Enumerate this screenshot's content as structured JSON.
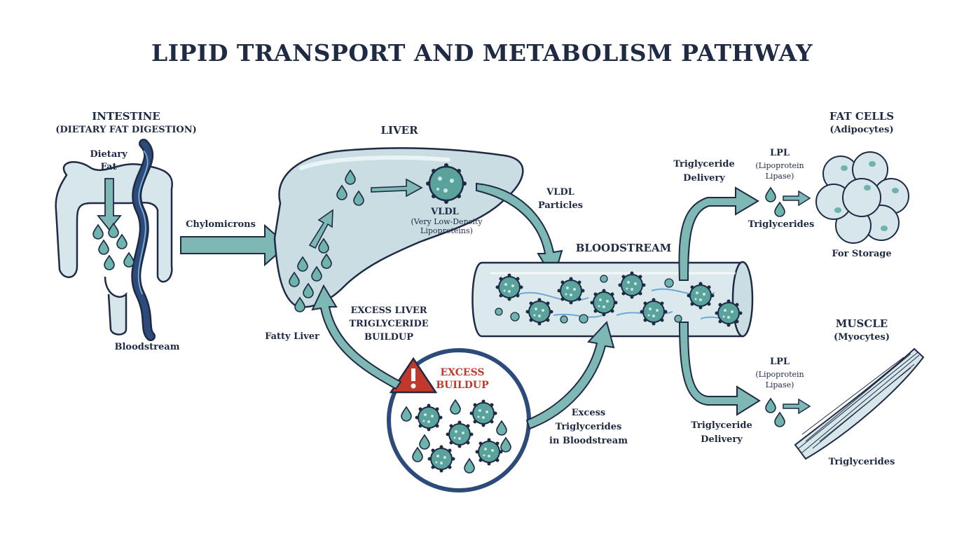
{
  "title": "LIPID TRANSPORT AND METABOLISM PATHWAY",
  "colors": {
    "outline": "#1f2a44",
    "organ_fill": "#c9dde2",
    "organ_light": "#dbe8ec",
    "arrow_fill": "#7db8b4",
    "droplet": "#6fb3ad",
    "particle": "#5aa39d",
    "vessel_blue": "#2c4a7a",
    "warning_red": "#c0392b"
  },
  "intestine": {
    "heading": "INTESTINE",
    "subheading": "(DIETARY FAT DIGESTION)",
    "dietary_fat": [
      "Dietary",
      "Fat"
    ],
    "bloodstream": "Bloodstream"
  },
  "chylomicrons": "Chylomicrons",
  "liver": {
    "heading": "LIVER",
    "vldl": "VLDL",
    "vldl_full": [
      "(Very Low-Density",
      "Lipoproteins)"
    ],
    "fatty_liver": "Fatty Liver",
    "excess_liver": [
      "EXCESS LIVER",
      "TRIGLYCERIDE",
      "BUILDUP"
    ]
  },
  "vldl_particles": [
    "VLDL",
    "Particles"
  ],
  "bloodstream_heading": "BLOODSTREAM",
  "excess_buildup": {
    "warning": [
      "EXCESS",
      "BUILDUP"
    ],
    "excess_tg": [
      "Excess",
      "Triglycerides",
      "in Bloodstream"
    ]
  },
  "fat_cells": {
    "heading": "FAT CELLS",
    "subheading": "(Adipocytes)",
    "delivery": [
      "Triglyceride",
      "Delivery"
    ],
    "lpl": [
      "LPL",
      "(Lipoprotein",
      "Lipase)"
    ],
    "triglycerides": "Triglycerides",
    "storage": "For Storage"
  },
  "muscle": {
    "heading": "MUSCLE",
    "subheading": "(Myocytes)",
    "delivery": [
      "Triglyceride",
      "Delivery"
    ],
    "lpl": [
      "LPL",
      "(Lipoprotein",
      "Lipase)"
    ],
    "triglycerides": "Triglycerides"
  },
  "icons": [
    "warning-icon"
  ]
}
